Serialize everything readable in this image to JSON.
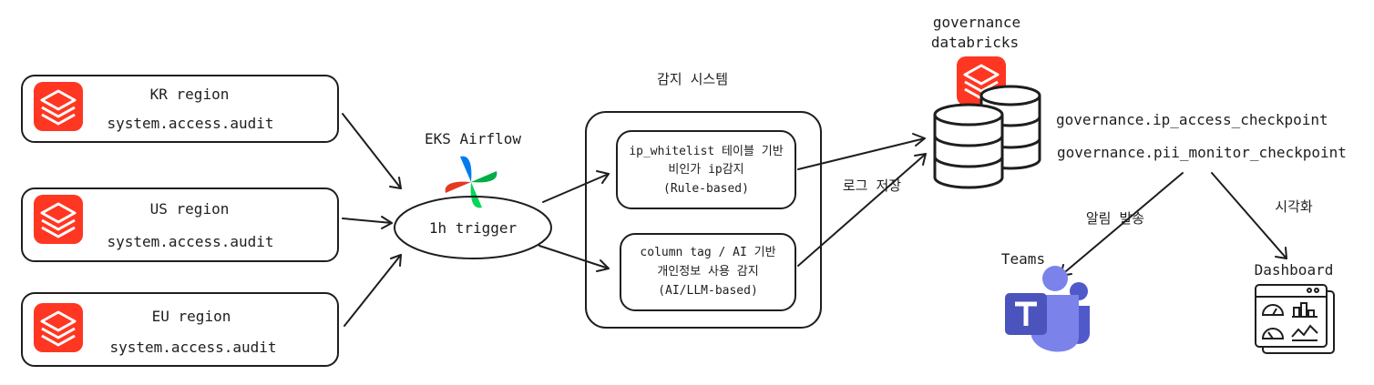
{
  "colors": {
    "ink": "#1e1e1e",
    "databricks_red": "#ff3621",
    "teams_purple": "#5059c9",
    "teams_dark": "#4b53bc",
    "airflow_blue": "#017cee",
    "airflow_green": "#00ad46",
    "airflow_cyan": "#04d659",
    "airflow_red": "#e43921"
  },
  "regions": [
    {
      "name": "KR region",
      "table": "system.access.audit",
      "icon": "databricks-icon"
    },
    {
      "name": "US region",
      "table": "system.access.audit",
      "icon": "databricks-icon"
    },
    {
      "name": "EU region",
      "table": "system.access.audit",
      "icon": "databricks-icon"
    }
  ],
  "orchestrator": {
    "title": "EKS Airflow",
    "icon": "airflow-icon",
    "trigger": "1h trigger"
  },
  "detection": {
    "title": "감지 시스템",
    "rule_box": [
      "ip_whitelist 테이블 기반",
      "비인가 ip감지",
      "(Rule-based)"
    ],
    "ai_box": [
      "column tag / AI 기반",
      "개인정보 사용 감지",
      "(AI/LLM-based)"
    ]
  },
  "storage": {
    "title_line1": "governance",
    "title_line2": "databricks",
    "icon": "database-icon",
    "save_label": "로그 저장",
    "tables": [
      "governance.ip_access_checkpoint",
      "governance.pii_monitor_checkpoint"
    ]
  },
  "outputs": {
    "alert_label": "알림 발송",
    "visual_label": "시각화",
    "teams_label": "Teams",
    "dashboard_label": "Dashboard",
    "teams_icon": "teams-icon",
    "dashboard_icon": "dashboard-icon"
  }
}
